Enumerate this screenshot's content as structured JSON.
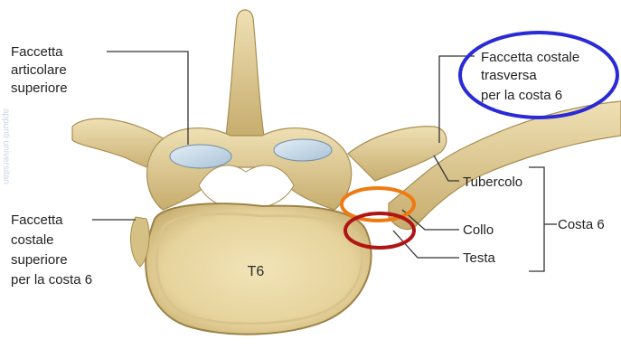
{
  "figure": {
    "vertebra_label": "T6",
    "labels": {
      "sup_facet": [
        "Faccetta",
        "articolare",
        "superiore"
      ],
      "transverse_facet": [
        "Faccetta costale",
        "trasversa",
        "per la costa 6"
      ],
      "tubercle": "Tubercolo",
      "neck": "Collo",
      "head": "Testa",
      "rib": "Costa 6",
      "sup_costal_facet": [
        "Faccetta",
        "costale",
        "superiore",
        "per la costa 6"
      ]
    },
    "highlight_colors": {
      "transverse_facet_oval": "#2a2ad6",
      "neck_oval": "#f07a12",
      "head_oval": "#b01414"
    }
  }
}
